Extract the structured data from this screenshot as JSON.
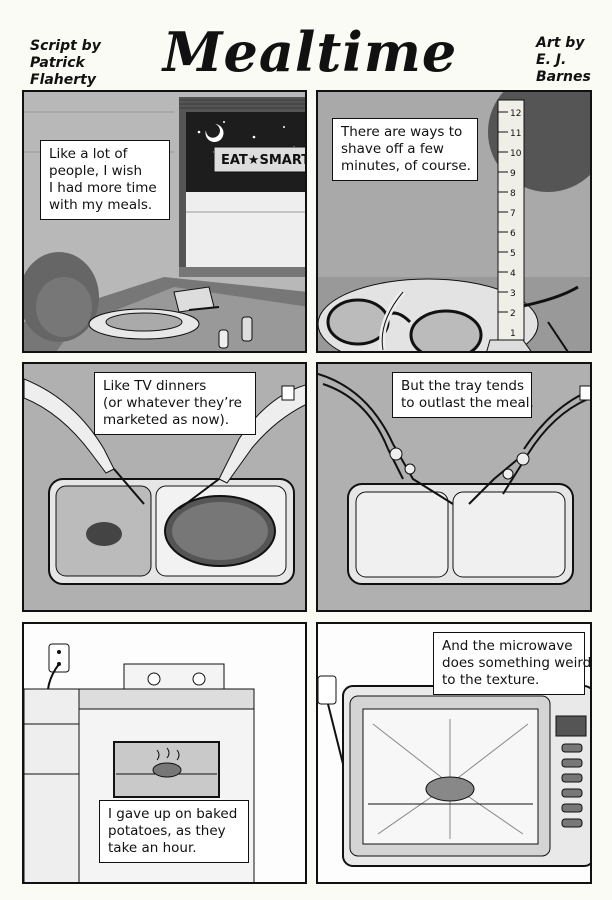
{
  "header": {
    "title": "Mealtime",
    "script_credit": [
      "Script by",
      "Patrick",
      "Flaherty"
    ],
    "art_credit": [
      "Art by",
      "E. J.",
      "Barnes"
    ]
  },
  "panels": [
    {
      "caption": [
        "Like a lot of",
        "people, I wish",
        "I had more time",
        "with my meals."
      ],
      "sign": "EAT★SMART"
    },
    {
      "caption": [
        "There are ways to",
        "shave off a few",
        "minutes, of course."
      ],
      "ruler_numbers": [
        "12",
        "11",
        "10",
        "9",
        "8",
        "7",
        "6",
        "5",
        "4",
        "3",
        "2",
        "1"
      ]
    },
    {
      "caption": [
        "Like TV dinners",
        "(or whatever they’re",
        "marketed as now)."
      ]
    },
    {
      "caption": [
        "But the tray tends",
        "to outlast the meal."
      ]
    },
    {
      "caption": [
        "I gave up on baked",
        "potatoes, as they",
        "take an hour."
      ]
    },
    {
      "caption": [
        "And the microwave",
        "does something weird",
        "to the texture."
      ]
    }
  ],
  "colors": {
    "ink": "#111111",
    "gray": "#8c8c8c",
    "light_gray": "#c9c9c9",
    "paper": "#fbfbf6"
  }
}
